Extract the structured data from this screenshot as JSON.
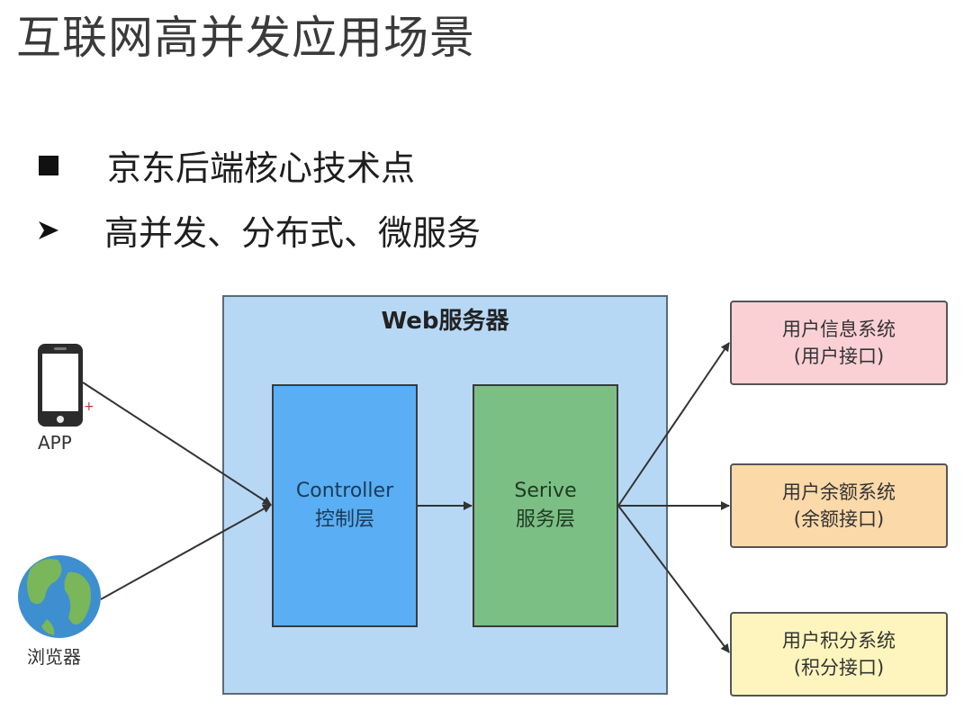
{
  "title": "互联网高并发应用场景",
  "bullets": [
    {
      "text": "京东后端核心技术点"
    },
    {
      "text": "高并发、分布式、微服务"
    }
  ],
  "clients": {
    "app_label": "APP",
    "browser_label": "浏览器"
  },
  "web_server": {
    "title": "Web服务器",
    "controller": {
      "line1": "Controller",
      "line2": "控制层"
    },
    "service": {
      "line1": "Serive",
      "line2": "服务层"
    }
  },
  "systems": [
    {
      "name": "用户信息系统",
      "api": "(用户接口)"
    },
    {
      "name": "用户余额系统",
      "api": "(余额接口)"
    },
    {
      "name": "用户积分系统",
      "api": "(积分接口)"
    }
  ],
  "colors": {
    "web_server_bg": "#b7d8f5",
    "controller_bg": "#5aaef3",
    "service_bg": "#7cbf85",
    "user_info_bg": "#fbd0d5",
    "balance_bg": "#fbd9a9",
    "points_bg": "#fdf5bd"
  }
}
